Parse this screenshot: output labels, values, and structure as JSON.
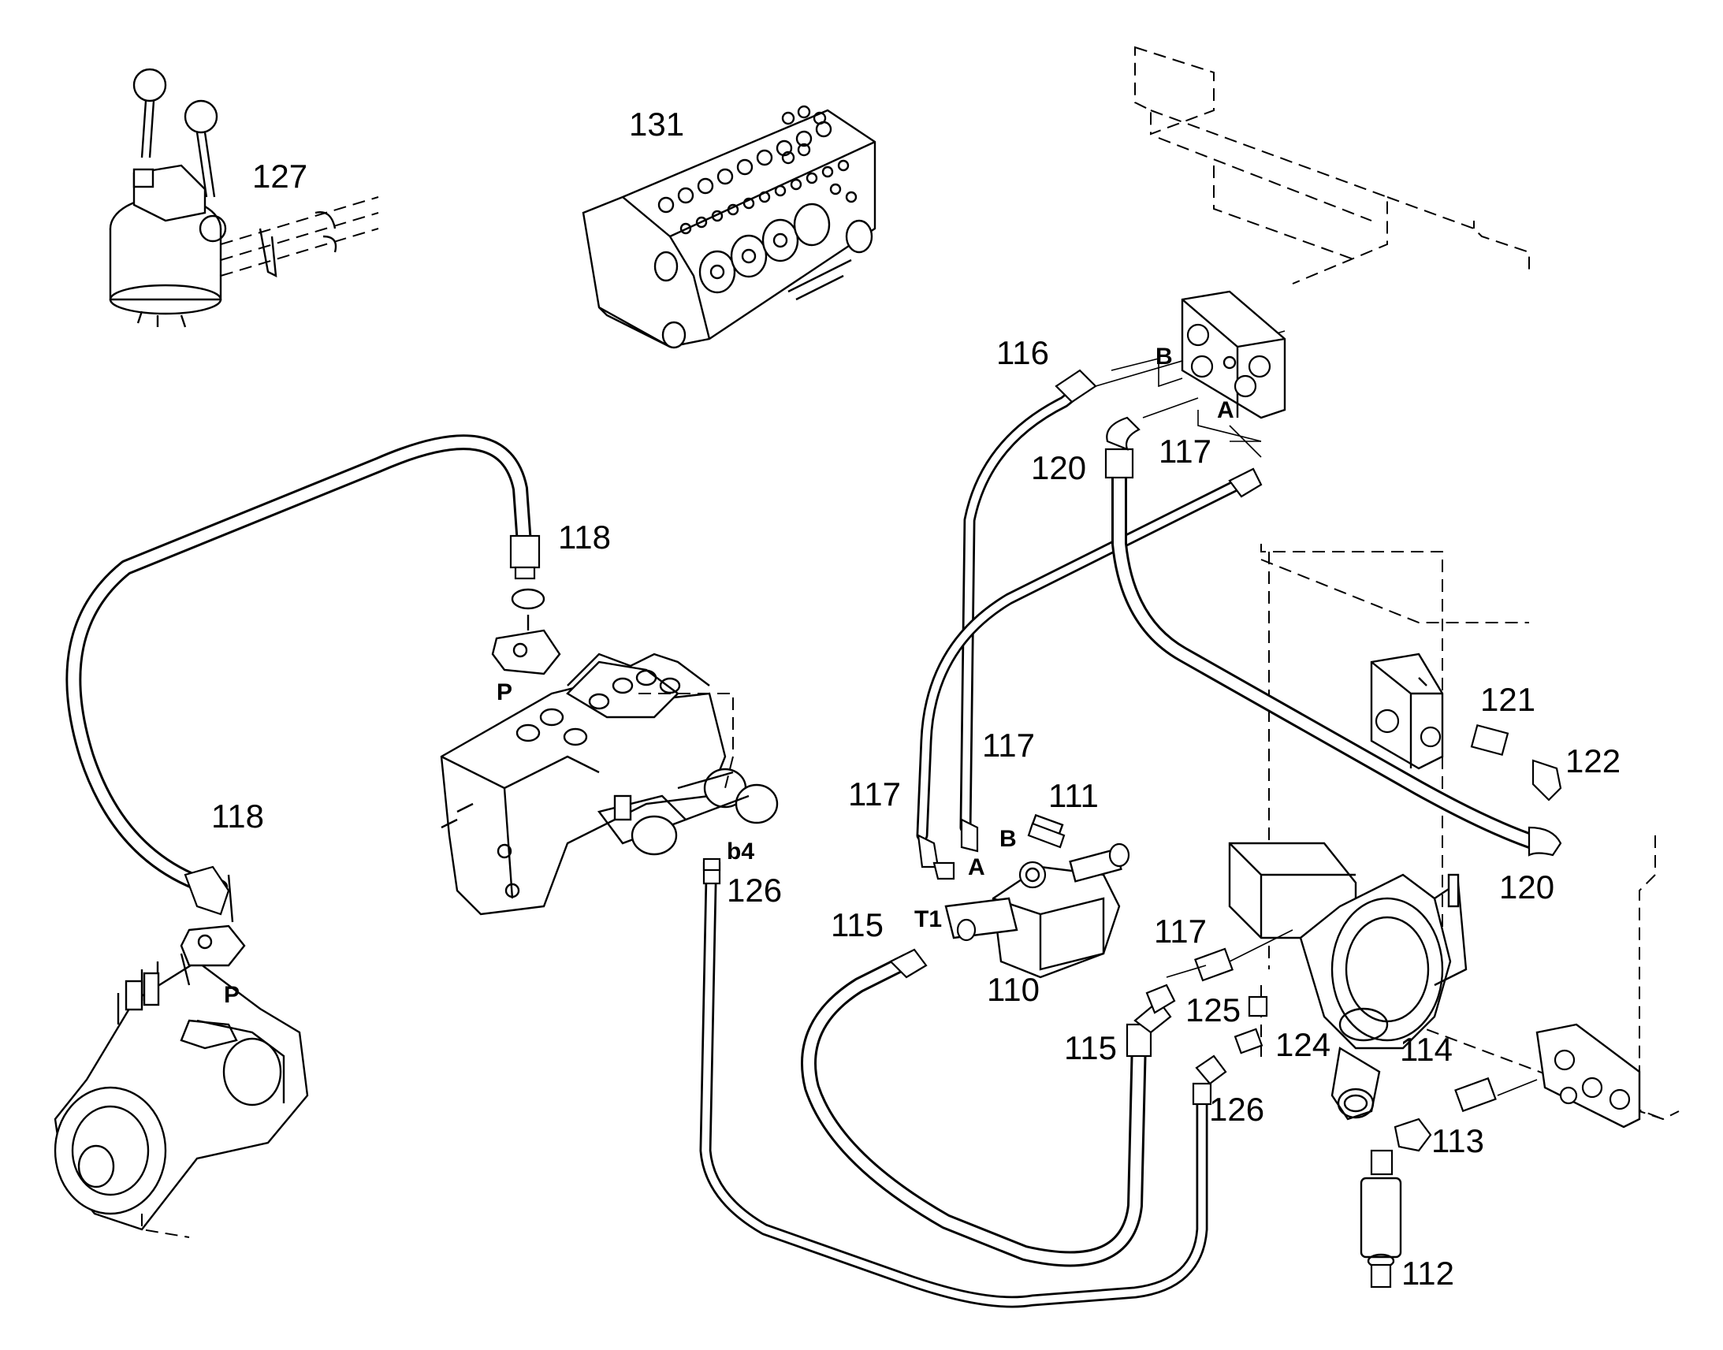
{
  "diagram": {
    "parts": [
      {
        "id": "p110",
        "number": "110"
      },
      {
        "id": "p111",
        "number": "111"
      },
      {
        "id": "p112",
        "number": "112"
      },
      {
        "id": "p113",
        "number": "113"
      },
      {
        "id": "p114",
        "number": "114"
      },
      {
        "id": "p115a",
        "number": "115"
      },
      {
        "id": "p115b",
        "number": "115"
      },
      {
        "id": "p116",
        "number": "116"
      },
      {
        "id": "p117a",
        "number": "117"
      },
      {
        "id": "p117b",
        "number": "117"
      },
      {
        "id": "p117c",
        "number": "117"
      },
      {
        "id": "p117d",
        "number": "117"
      },
      {
        "id": "p118a",
        "number": "118"
      },
      {
        "id": "p118b",
        "number": "118"
      },
      {
        "id": "p120a",
        "number": "120"
      },
      {
        "id": "p120b",
        "number": "120"
      },
      {
        "id": "p121",
        "number": "121"
      },
      {
        "id": "p122",
        "number": "122"
      },
      {
        "id": "p124",
        "number": "124"
      },
      {
        "id": "p125",
        "number": "125"
      },
      {
        "id": "p126a",
        "number": "126"
      },
      {
        "id": "p126b",
        "number": "126"
      },
      {
        "id": "p127",
        "number": "127"
      },
      {
        "id": "p131",
        "number": "131"
      }
    ],
    "port_labels": {
      "p_valve": "P",
      "p_pump": "P",
      "b_block": "B",
      "a_block": "A",
      "b_valve110": "B",
      "a_valve110": "A",
      "t1": "T1",
      "b4": "b4"
    }
  }
}
